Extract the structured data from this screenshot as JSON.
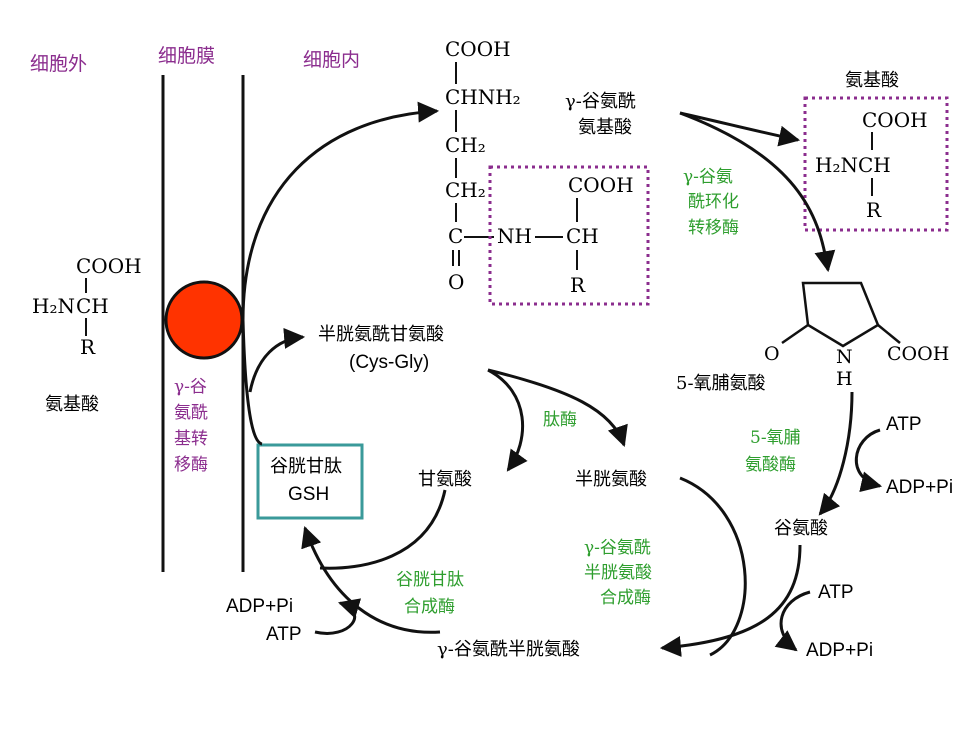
{
  "colors": {
    "purple": "#8B2D8E",
    "green": "#2E9E2E",
    "teal": "#3A9A9A",
    "enzyme_red": "#FF3300",
    "black": "#111111",
    "dotted_box": "#8B2D8E"
  },
  "regions": {
    "outside": "细胞外",
    "membrane": "细胞膜",
    "inside": "细胞内"
  },
  "amino_acid_left": {
    "cooh": "COOH",
    "h2n": "H₂N",
    "ch": "CH",
    "r": "R",
    "name": "氨基酸"
  },
  "transpeptidase": [
    "γ-谷",
    "氨酰",
    "基转",
    "移酶"
  ],
  "gamma_glu_aa": {
    "cooh_top": "COOH",
    "chnh2": "CHNH₂",
    "ch2_a": "CH₂",
    "ch2_b": "CH₂",
    "c": "C",
    "nh": "NH",
    "o": "O",
    "cooh_right": "COOH",
    "ch": "CH",
    "r": "R"
  },
  "gamma_glu_aa_label": [
    "γ-谷氨酰",
    "氨基酸"
  ],
  "cyclotransferase": [
    "γ-谷氨",
    "酰环化",
    "转移酶"
  ],
  "released_aa": {
    "name": "氨基酸",
    "cooh": "COOH",
    "h2n_ch": "H₂NCH",
    "r": "R"
  },
  "oxoproline": {
    "o": "O",
    "n": "N",
    "h": "H",
    "cooh": "COOH",
    "name": "5-氧脯氨酸"
  },
  "oxoprolinase": [
    "5-氧脯",
    "氨酸酶"
  ],
  "atp_1": "ATP",
  "adp_1": "ADP+Pi",
  "glutamate": "谷氨酸",
  "atp_2": "ATP",
  "adp_2": "ADP+Pi",
  "cysgly": [
    "半胱氨酰甘氨酸",
    "(Cys-Gly)"
  ],
  "peptidase": "肽酶",
  "glycine": "甘氨酸",
  "cysteine": "半胱氨酸",
  "gcs_enzyme": [
    "γ-谷氨酰",
    "半胱氨酸",
    "合成酶"
  ],
  "gamma_glu_cys": "γ-谷氨酰半胱氨酸",
  "gs_enzyme": [
    "谷胱甘肽",
    "合成酶"
  ],
  "adp_3": "ADP+Pi",
  "atp_3": "ATP",
  "gsh": [
    "谷胱甘肽",
    "GSH"
  ]
}
